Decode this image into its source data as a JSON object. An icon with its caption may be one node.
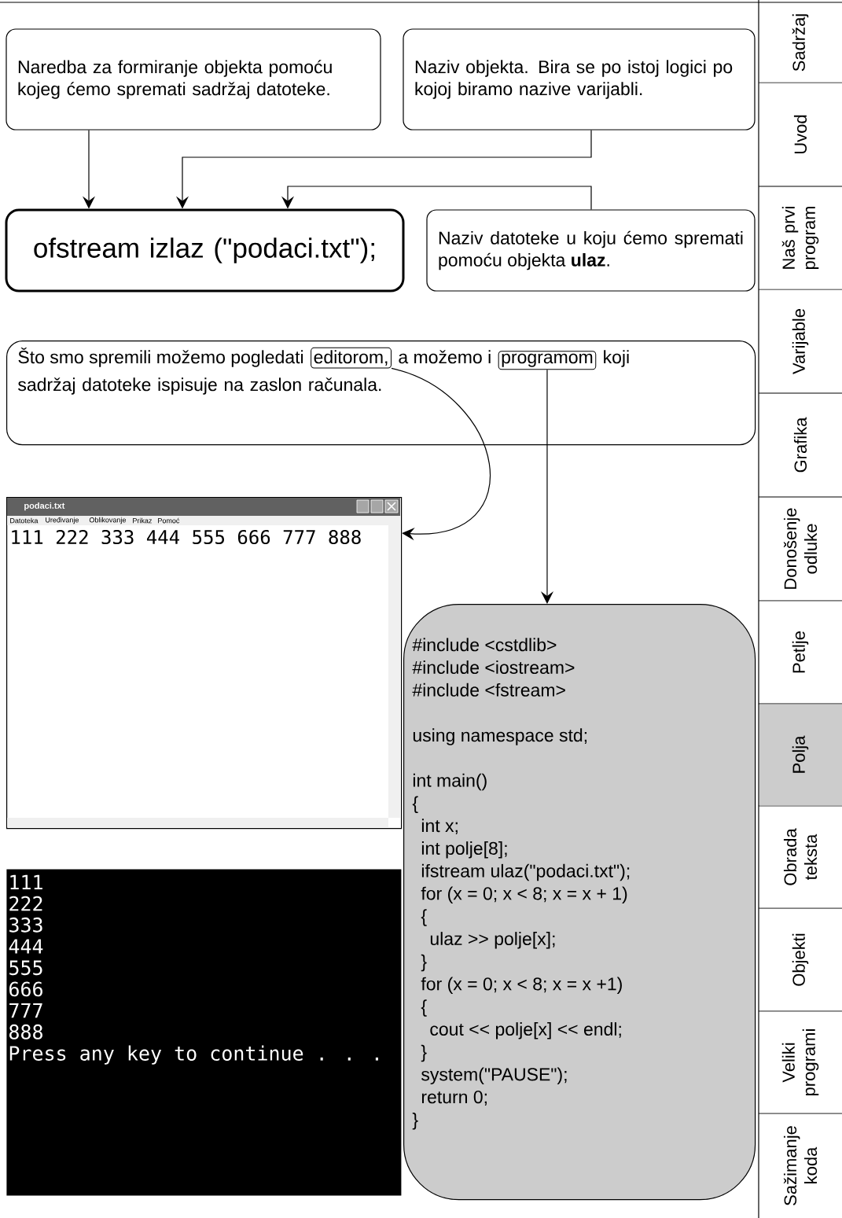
{
  "diagram": {
    "nodes": [
      {
        "text": [
          "Naredba za formiranje objekta pomoću kojeg ćemo spremati sadržaj datoteke."
        ]
      },
      {
        "text": [
          "Naziv objekta. Bira se po istoj logici po kojoj biramo nazive varijabli."
        ]
      },
      {
        "text": [
          "ofstream izlaz (\"podaci.txt\");"
        ]
      },
      {
        "text": [
          "Naziv datoteke u koju ćemo spremati pomoću objekta **ulaz**."
        ]
      },
      {
        "text": [
          "Što smo spremili možemo pogledati",
          "a možemo i",
          "koji sadržaj datoteke ispisuje na zaslon računala."
        ]
      },
      {
        "text": [
          "editorom,"
        ],
        "in": 4
      },
      {
        "text": [
          "programom"
        ],
        "in": 4
      },
      {
        "text": [
          "podaci.txt",
          "Datoteka",
          "Uređivanje",
          "Oblikovanje",
          "Prikaz",
          "Pomoć",
          "111 222 333 444 555 666 777 888"
        ]
      },
      {
        "text": [
          "#include <cstdlib>",
          "#include <iostream>",
          "#include <fstream>",
          "using namespace std;",
          "int main()",
          "{",
          "int x;",
          "int polje[8];",
          "ifstream ulaz(\"podaci.txt\");",
          "for (x = 0; x < 8; x = x + 1)",
          "{",
          "ulaz >> polje[x];",
          "}",
          "for (x = 0; x < 8; x = x +1)",
          "{",
          "cout << polje[x] << endl;",
          "}",
          "system(\"PAUSE\");",
          "return 0;",
          "}"
        ]
      },
      {
        "text": [
          "111",
          "222",
          "333",
          "444",
          "555",
          "666",
          "777",
          "888",
          "Press any key to continue . . ."
        ]
      }
    ],
    "edges": [
      {
        "from": 0,
        "to": 2,
        "arrow": "to"
      },
      {
        "from": 1,
        "to": 2,
        "arrow": "to"
      },
      {
        "from": 3,
        "to": 2,
        "arrow": "to"
      },
      {
        "from": 5,
        "to": 7,
        "arrow": "to"
      },
      {
        "from": 6,
        "to": 8,
        "arrow": "to"
      }
    ],
    "labels": [
      "Sadržaj",
      "Uvod",
      "Naš prvi program",
      "Varijable",
      "Grafika",
      "Donošenje odluke",
      "Petlje",
      "Polja",
      "Obrada teksta",
      "Objekti",
      "Veliki programi",
      "Sažimanje koda"
    ]
  }
}
